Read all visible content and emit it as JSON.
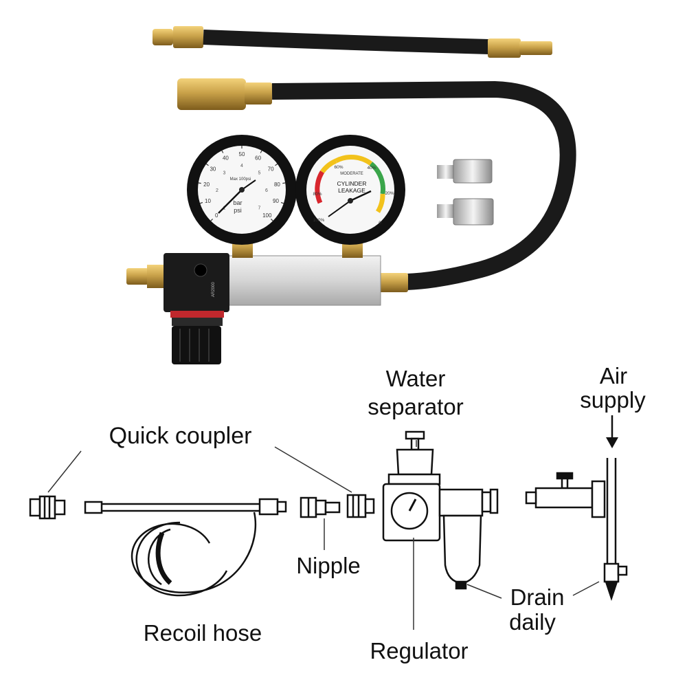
{
  "gauges": {
    "left": {
      "ticks": [
        "0",
        "10",
        "20",
        "30",
        "40",
        "50",
        "60",
        "70",
        "80",
        "90",
        "100"
      ],
      "inner_ticks": [
        "1",
        "2",
        "3",
        "4",
        "5",
        "6",
        "7"
      ],
      "unit_line1": "bar",
      "unit_line2": "psi",
      "max_text": "Max 100psi"
    },
    "right": {
      "line1": "CYLINDER",
      "line2": "LEAKAGE",
      "band_label": "MODERATE",
      "ticks": [
        "60%",
        "40%",
        "20%",
        "0"
      ],
      "left_tick": "80%",
      "low_tick": "100%"
    }
  },
  "regulator_text": "AR2000",
  "labels": {
    "water_separator": [
      "Water",
      "separator"
    ],
    "air_supply": [
      "Air",
      "supply"
    ],
    "quick_coupler": "Quick coupler",
    "nipple": "Nipple",
    "recoil_hose": "Recoil hose",
    "regulator": "Regulator",
    "drain_daily": [
      "Drain",
      "daily"
    ]
  },
  "colors": {
    "brass": "#c9a24a",
    "hose": "#1a1a1a",
    "aluminum": "#d9d9d9",
    "gauge_bezel": "#111111",
    "knob_red": "#c0282d",
    "zone_green": "#3aa54a",
    "zone_yellow": "#f2c21b",
    "zone_red": "#d8262d"
  }
}
